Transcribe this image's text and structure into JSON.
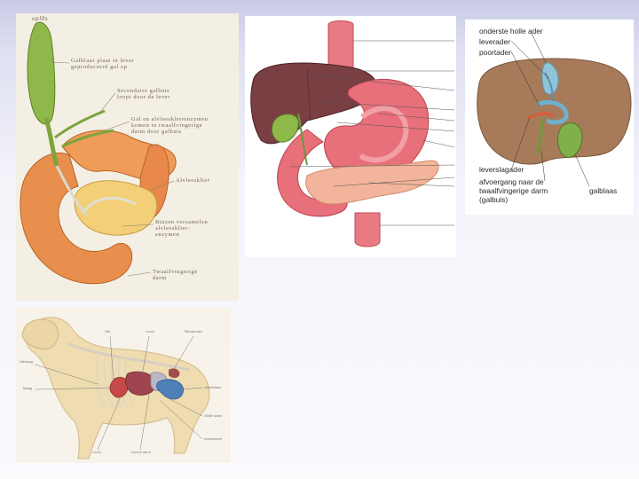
{
  "panel1": {
    "corner_label": "opl0s",
    "labels": [
      {
        "key": "a",
        "line1": "Galblaas plaat in lever",
        "line2": "geproduceerd gal op"
      },
      {
        "key": "b",
        "line1": "Secondaire galbuis",
        "line2": "loopt door de lever"
      },
      {
        "key": "c",
        "line1": "Gal en alvleesklierenzymen",
        "line2": "komen in twaalfvingerige",
        "line3": "darm door galbuis"
      },
      {
        "key": "d",
        "line1": "Alvleesklier"
      },
      {
        "key": "e",
        "line1": "Buizen verzamelen",
        "line2": "alvleesklier-",
        "line3": "enzymen"
      },
      {
        "key": "f",
        "line1": "Twaalfvingerige",
        "line2": "darm"
      }
    ]
  },
  "panel3": {
    "labels": {
      "l1": "onderste holle ader",
      "l2": "leverader",
      "l3": "poortader",
      "l4": "leverslagader",
      "l5a": "afvoergang naar de",
      "l5b": "twaalfvingerige darm",
      "l5c": "(galbuis)",
      "l6": "galblaas"
    }
  },
  "panel4": {
    "labels": {
      "t1": "Hilt",
      "t2": "Lever",
      "t3": "Blindermen",
      "l1": "Nierlaag",
      "l2": "Maag",
      "r1": "Urineblaas",
      "r2": "Dikke darm",
      "r3": "Anusstreek",
      "b1": "Lever",
      "b2": "Dunne darm"
    }
  },
  "colors": {
    "background": "#dfe0f1",
    "gallbladder_green": "#8fb84a",
    "liver_dark": "#7a3f42",
    "stomach_pink": "#e8707a",
    "pancreas": "#f2b49a",
    "duodenum_orange": "#e98f4d"
  }
}
